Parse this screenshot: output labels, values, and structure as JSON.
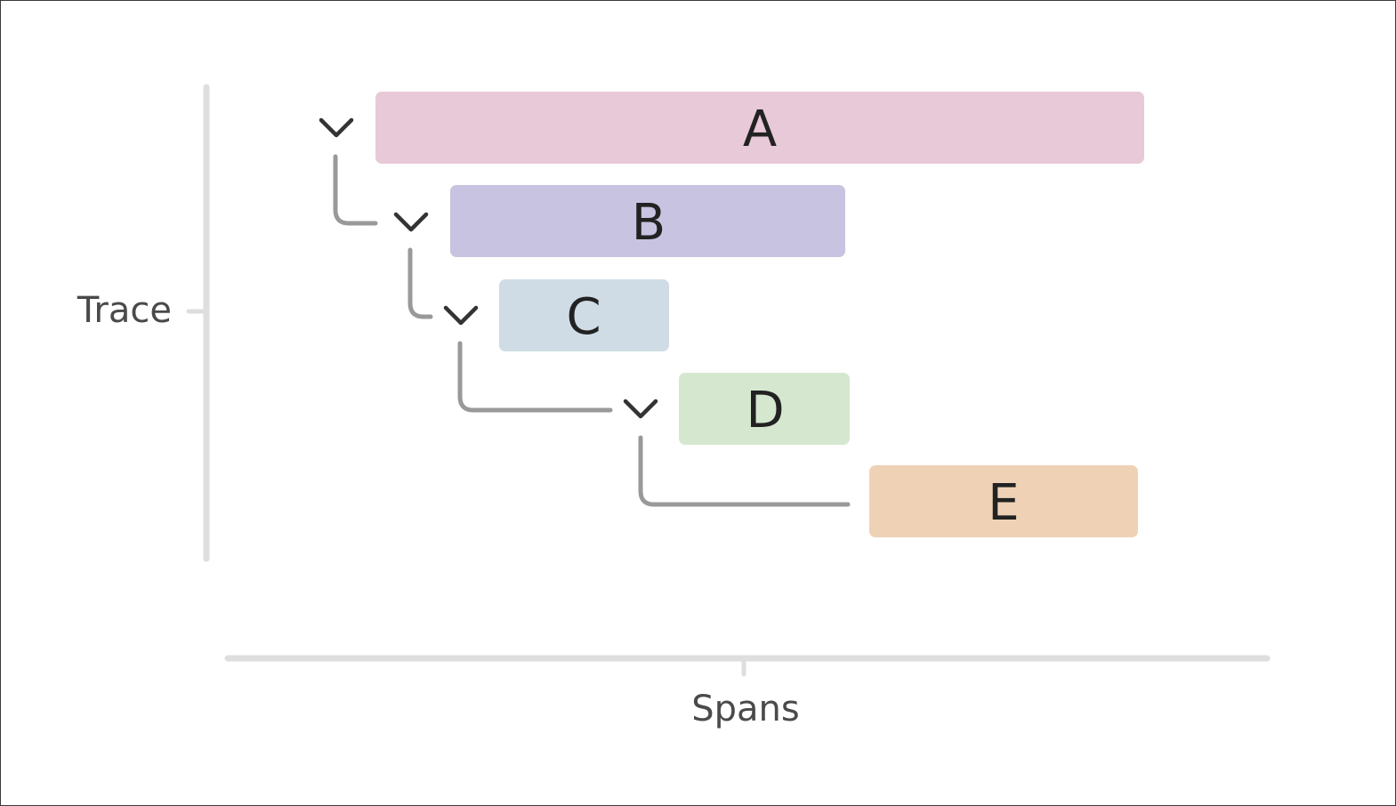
{
  "axes": {
    "y_label": "Trace",
    "x_label": "Spans"
  },
  "spans": [
    {
      "id": "a",
      "label": "A",
      "color": "#e8c9d8",
      "collapsible": true
    },
    {
      "id": "b",
      "label": "B",
      "color": "#c7c3e0",
      "collapsible": true
    },
    {
      "id": "c",
      "label": "C",
      "color": "#cfdce6",
      "collapsible": true
    },
    {
      "id": "d",
      "label": "D",
      "color": "#d5e8cf",
      "collapsible": true
    },
    {
      "id": "e",
      "label": "E",
      "color": "#efd2b6",
      "collapsible": false
    }
  ],
  "colors": {
    "axis": "#dedede",
    "connector": "#999999",
    "chevron": "#333333"
  }
}
